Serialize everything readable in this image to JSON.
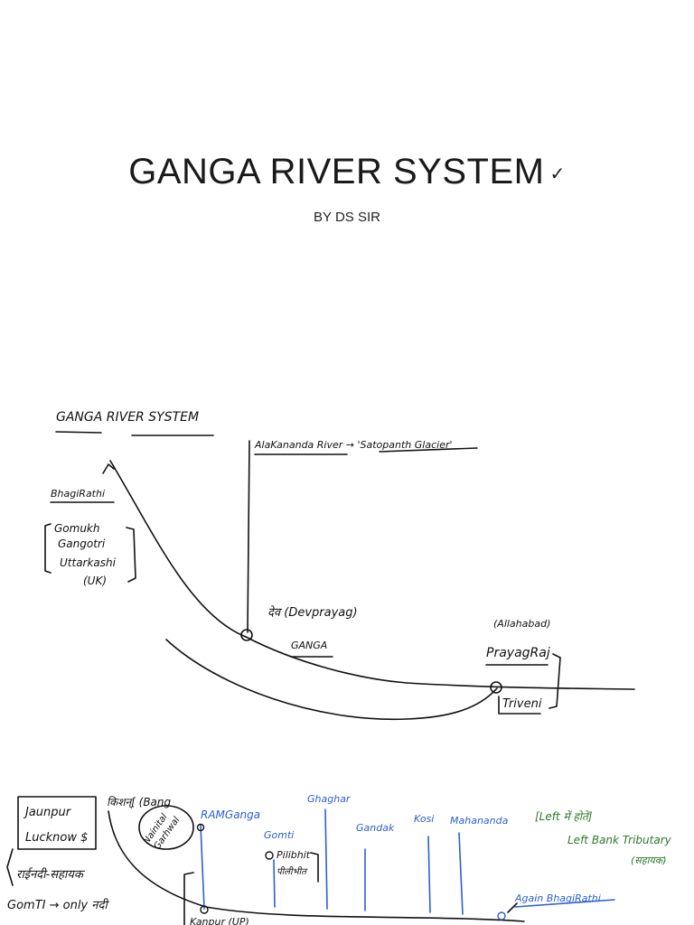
{
  "slide": {
    "title": "GANGA RIVER SYSTEM",
    "title_mark": "✓",
    "subtitle": "BY DS SIR"
  },
  "notes": {
    "heading": "GANGA RIVER SYSTEM",
    "bhagirathi": "BhagiRathi",
    "source_list": [
      "Gomukh",
      "Gangotri",
      "Uttarkashi",
      "(UK)"
    ],
    "alaknanda": "AlaKananda River → 'Satopanth Glacier'",
    "devprayag": "देव (Devprayag)",
    "ganga": "GANGA",
    "allahabad": "(Allahabad)",
    "prayagraj": "PrayagRaj",
    "triveni": "Triveni",
    "jaunpur": "Jaunpur",
    "lucknow": "Lucknow $",
    "kishangan": "किशन्[ (Bang",
    "nainital": "Nainital",
    "garhwal": "Garhwal",
    "ramganga": "RAMGanga",
    "gomti": "Gomti",
    "pilibhit": "Pilibhit",
    "pilibhit_hi": "पीलीभीत",
    "ghaghar": "Ghaghar",
    "gandak": "Gandak",
    "kosi": "Kosi",
    "mahananda": "Mahananda",
    "left_bank_1": "[Left में होते]",
    "left_bank_2": "Left Bank Tributary",
    "left_bank_3": "(सहायक)",
    "again_bhagirathi": "Again BhagiRathi",
    "sahayak": "राईनदी-सहायक",
    "gomti_only": "GomTI → only नदी",
    "kanpur": "Kanpur (UP)"
  },
  "colors": {
    "ink": "#111111",
    "blue": "#2c5fd1",
    "green": "#2b7a2b"
  }
}
